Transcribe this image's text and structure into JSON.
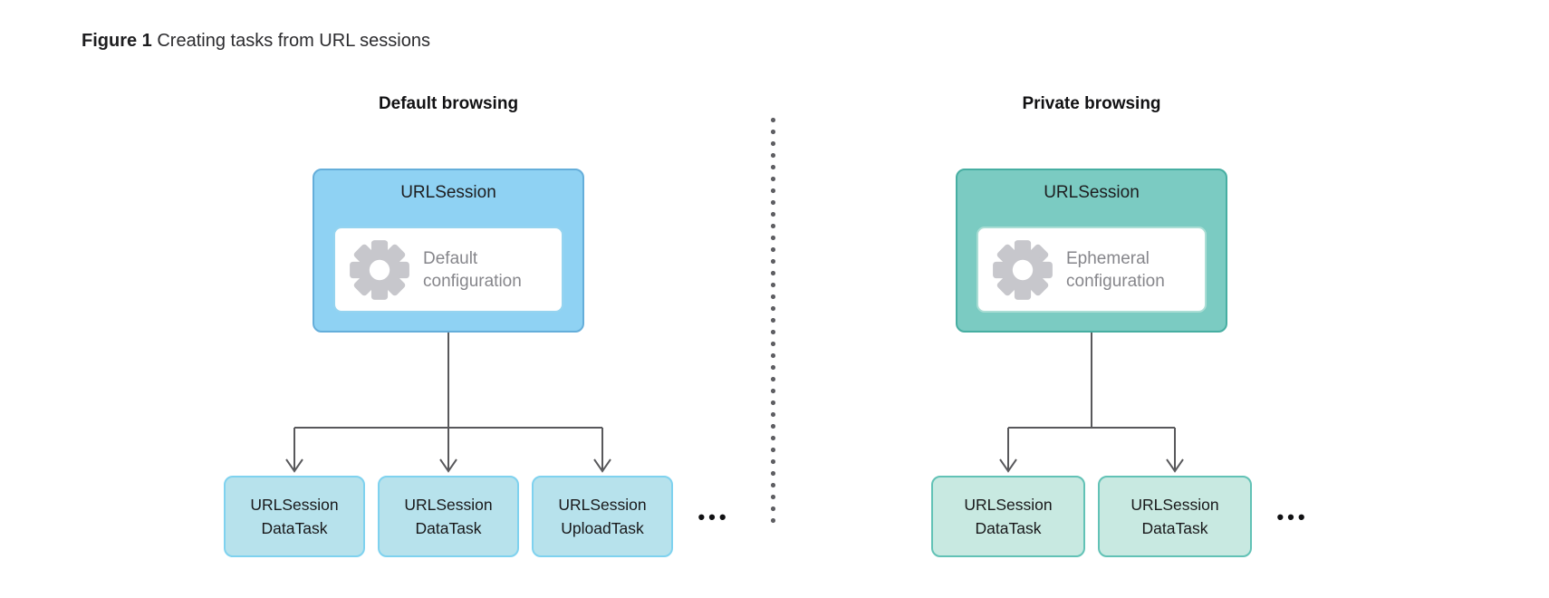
{
  "figure": {
    "label": "Figure 1",
    "caption": "Creating tasks from URL sessions"
  },
  "panels": [
    {
      "header": "Default browsing",
      "session": {
        "title": "URLSession",
        "configuration": "Default configuration"
      },
      "tasks": [
        {
          "line1": "URLSession",
          "line2": "DataTask"
        },
        {
          "line1": "URLSession",
          "line2": "DataTask"
        },
        {
          "line1": "URLSession",
          "line2": "UploadTask"
        }
      ],
      "ellipsis": "•••"
    },
    {
      "header": "Private browsing",
      "session": {
        "title": "URLSession",
        "configuration": "Ephemeral configuration"
      },
      "tasks": [
        {
          "line1": "URLSession",
          "line2": "DataTask"
        },
        {
          "line1": "URLSession",
          "line2": "DataTask"
        }
      ],
      "ellipsis": "•••"
    }
  ],
  "icons": {
    "gear": "gear-icon"
  },
  "colors": {
    "session_blue_fill": "#8fd2f3",
    "session_blue_border": "#65aeda",
    "task_blue_fill": "#b7e2ec",
    "task_blue_border": "#7fd2ef",
    "session_teal_fill": "#7bcbc2",
    "session_teal_border": "#47aea2",
    "task_teal_fill": "#c8e9e1",
    "task_teal_border": "#62c2b6",
    "gear_gray": "#c7c7cc",
    "config_text_gray": "#86868b",
    "connector_gray": "#58585b",
    "divider_dot_gray": "#5e5e62",
    "text_dark": "#1d1d1f"
  }
}
